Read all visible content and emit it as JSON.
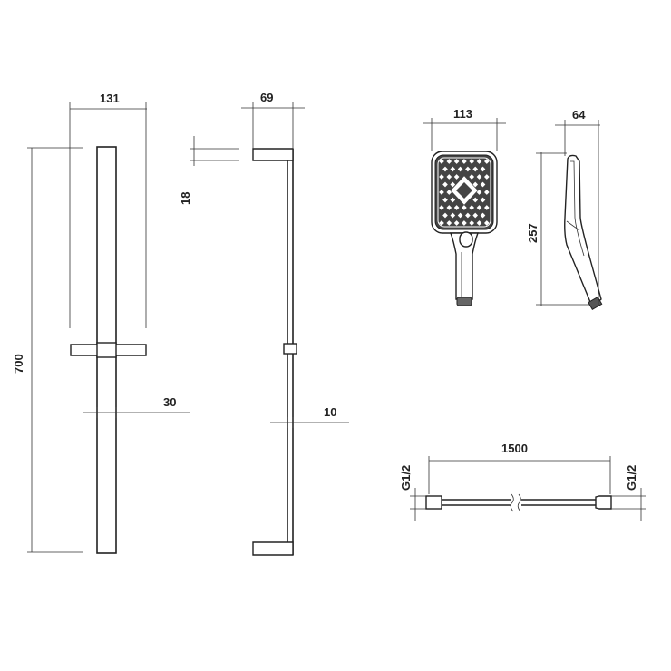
{
  "drawing": {
    "rail_front": {
      "width_label": "131",
      "height_label": "700",
      "tube_label": "30"
    },
    "rail_side": {
      "depth_label": "69",
      "bracket_label": "18",
      "tube_label": "10"
    },
    "hand_shower_front": {
      "width_label": "113"
    },
    "hand_shower_side": {
      "depth_label": "64",
      "height_label": "257"
    },
    "hose": {
      "length_label": "1500",
      "left_thread_label": "G1/2",
      "right_thread_label": "G1/2"
    }
  },
  "colors": {
    "line": "#222222",
    "background": "#ffffff"
  }
}
